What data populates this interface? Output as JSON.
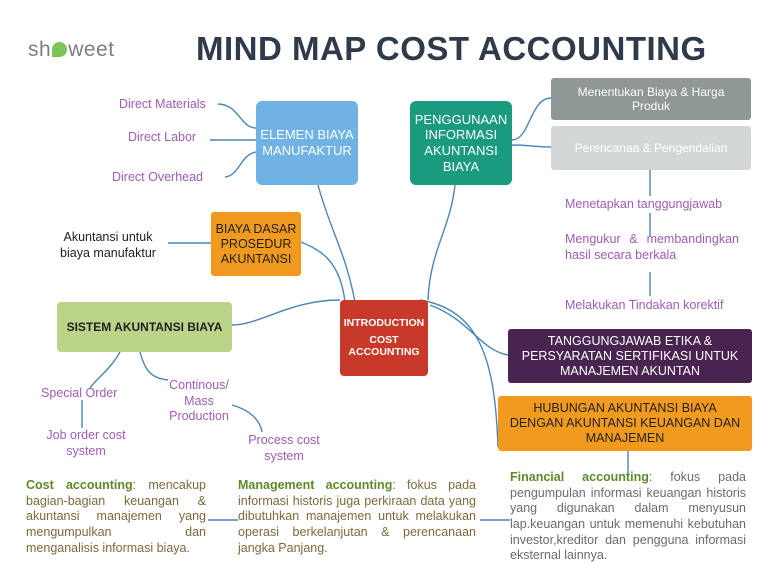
{
  "logo": {
    "text_pre": "sh",
    "text_post": "weet"
  },
  "title": "MIND MAP COST ACCOUNTING",
  "center": {
    "line1": "INTRODUCTION",
    "line2": "COST",
    "line3": "ACCOUNTING"
  },
  "elemen": {
    "label": "ELEMEN BIAYA MANUFAKTUR",
    "items": [
      "Direct Materials",
      "Direct Labor",
      "Direct Overhead"
    ]
  },
  "penggunaan": {
    "label": "PENGGUNAAN INFORMASI AKUNTANSI BIAYA",
    "box1": "Menentukan Biaya & Harga Produk",
    "box2": "Perencanaa & Pengendalian",
    "items": [
      "Menetapkan tanggungjawab",
      "Mengukur & membandingkan hasil secara berkala",
      "Melakukan Tindakan korektif"
    ]
  },
  "biaya_dasar": {
    "label": "BIAYA DASAR PROSEDUR AKUNTANSI",
    "side": "Akuntansi untuk biaya manufaktur"
  },
  "sistem": {
    "label": "SISTEM AKUNTANSI BIAYA",
    "items": [
      "Special Order",
      "Job order cost system",
      "Continous/ Mass Production",
      "Process cost system"
    ]
  },
  "etika": {
    "label": "TANGGUNGJAWAB ETIKA & PERSYARATAN SERTIFIKASI UNTUK MANAJEMEN AKUNTAN"
  },
  "hubungan": {
    "label": "HUBUNGAN AKUNTANSI BIAYA DENGAN AKUNTANSI KEUANGAN DAN MANAJEMEN"
  },
  "definitions": {
    "cost": {
      "term": "Cost accounting",
      "text": ": mencakup bagian-bagian keuangan & akuntansi manajemen yang mengumpulkan dan menganalisis informasi biaya."
    },
    "management": {
      "term": "Management accounting",
      "text": ": fokus pada informasi historis juga perkiraan data yang dibutuhkan manajemen untuk melakukan operasi berkelanjutan & perencanaan jangka Panjang."
    },
    "financial": {
      "term": "Financial accounting",
      "text": ": fokus pada pengumpulan informasi keuangan historis yang digunakan dalam menyusun lap.keuangan untuk memenuhi kebutuhan investor,kreditor dan pengguna informasi eksternal lainnya."
    }
  },
  "colors": {
    "center": "#c9392a",
    "elemen": "#6fb2e3",
    "penggunaan": "#1a9a7e",
    "biaya_dasar": "#f29a1d",
    "sistem": "#bcd48a",
    "etika": "#4a2450",
    "hubungan": "#f29a1d",
    "gray1": "#8f9897",
    "gray2": "#d3d8d6",
    "connector": "#4a86b8"
  }
}
